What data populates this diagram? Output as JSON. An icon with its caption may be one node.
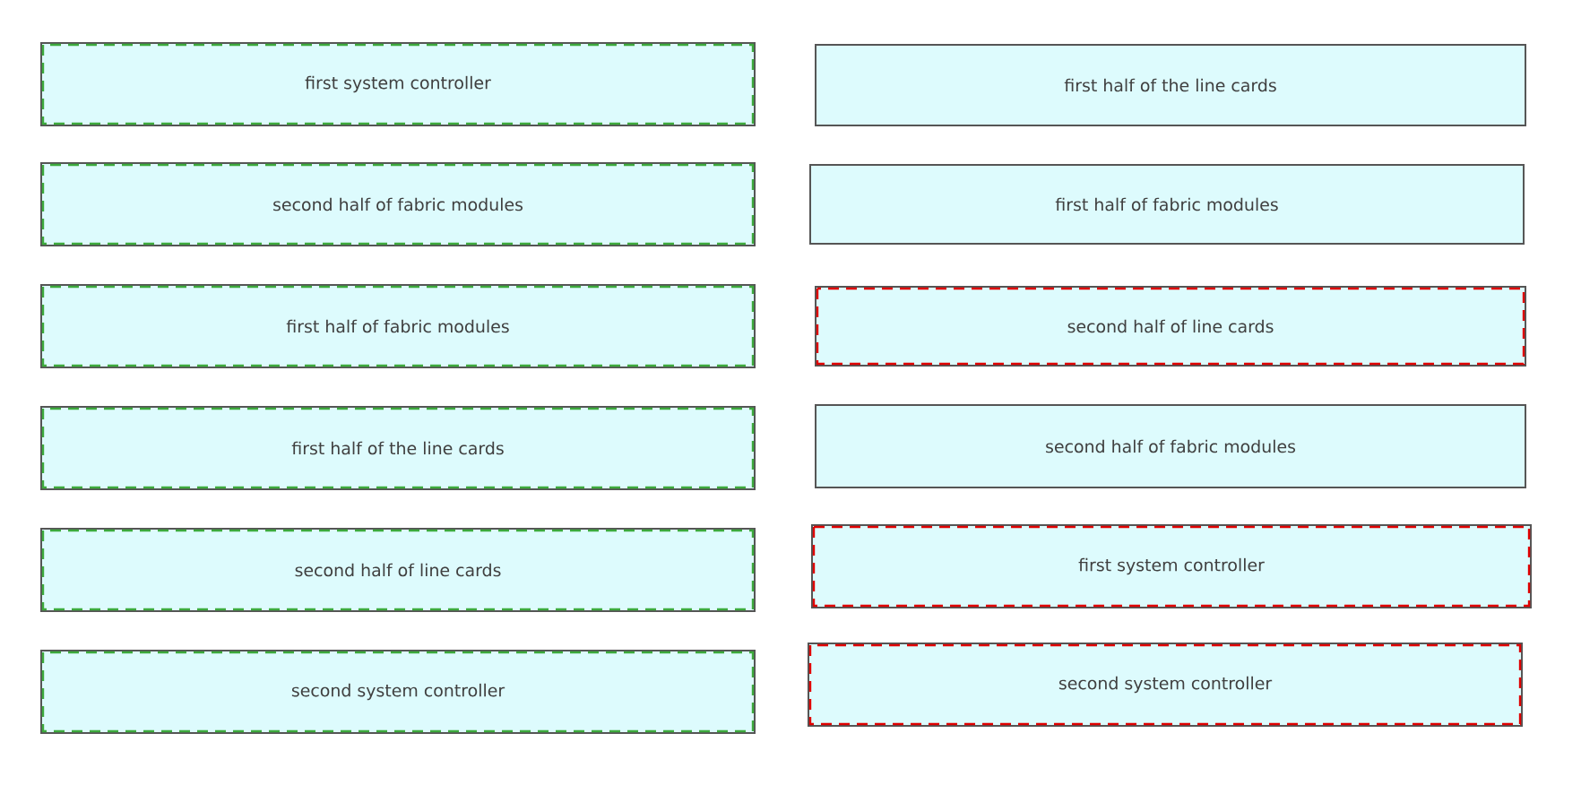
{
  "diagram": {
    "nodes": [
      {
        "text": [
          "first system controller"
        ]
      },
      {
        "text": [
          "first half of the line cards"
        ]
      },
      {
        "text": [
          "second half of fabric modules"
        ]
      },
      {
        "text": [
          "first half of fabric modules"
        ]
      },
      {
        "text": [
          "first half of fabric modules"
        ]
      },
      {
        "text": [
          "second half of line cards"
        ]
      },
      {
        "text": [
          "first half of the line cards"
        ]
      },
      {
        "text": [
          "second half of fabric modules"
        ]
      },
      {
        "text": [
          "second half of line cards"
        ]
      },
      {
        "text": [
          "first system controller"
        ]
      },
      {
        "text": [
          "second system controller"
        ]
      },
      {
        "text": [
          "second system controller"
        ]
      }
    ]
  }
}
